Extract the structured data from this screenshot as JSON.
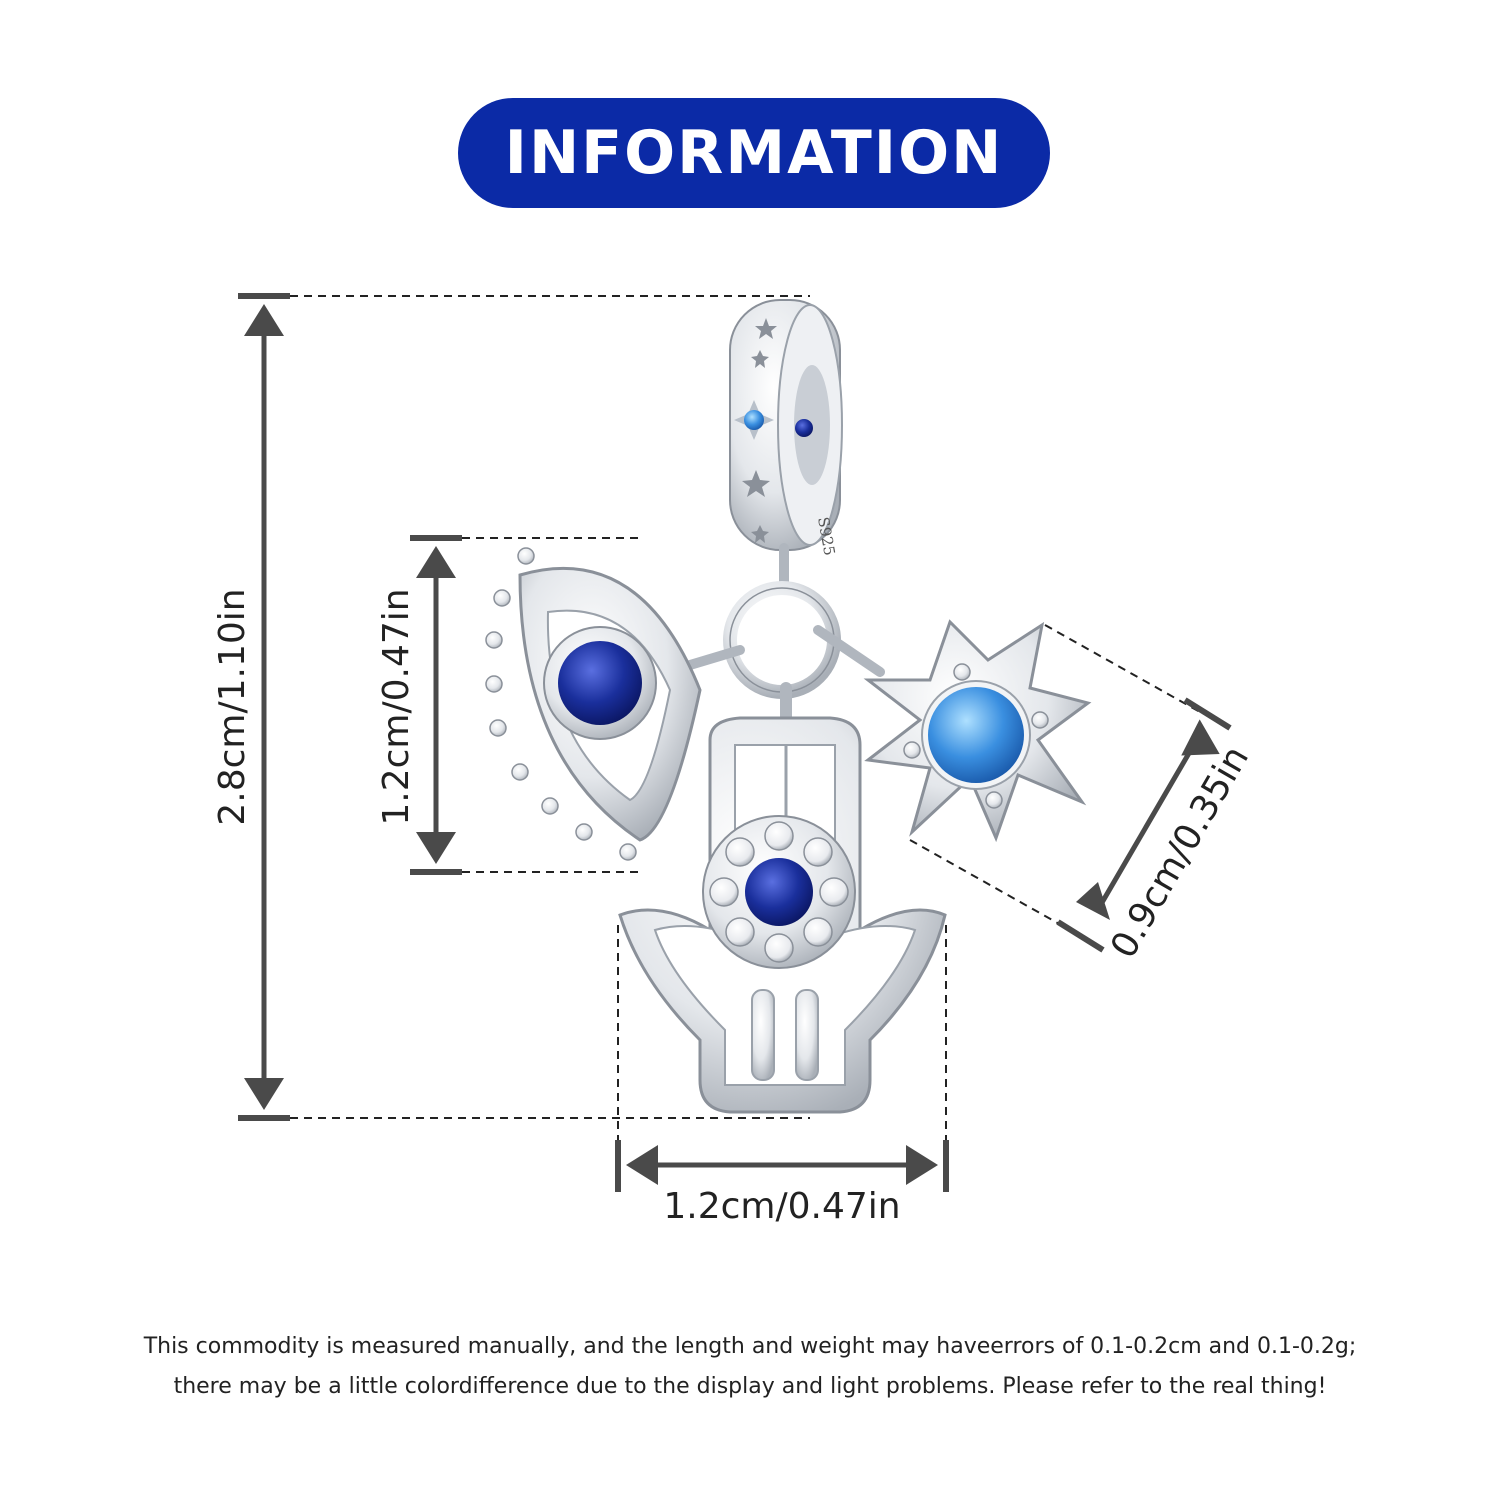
{
  "header": {
    "title": "INFORMATION"
  },
  "dimensions": {
    "total_height": "2.8cm/1.10in",
    "eye_height": "1.2cm/0.47in",
    "star_size": "0.9cm/0.35in",
    "hamsa_width": "1.2cm/0.47in"
  },
  "charm": {
    "engraving": "S925"
  },
  "colors": {
    "brand_blue": "#0b2aa6",
    "sapphire": "#1a2f9c",
    "light_blue": "#3a8fe0",
    "silver": "#d9dde2",
    "dimension_gray": "#4a4a4a"
  },
  "footer": {
    "line1": "This commodity is measured manually, and the length and weight may haveerrors of 0.1-0.2cm and 0.1-0.2g;",
    "line2": "there may be a little colordifference due to the display and light problems. Please refer to the real thing!"
  }
}
